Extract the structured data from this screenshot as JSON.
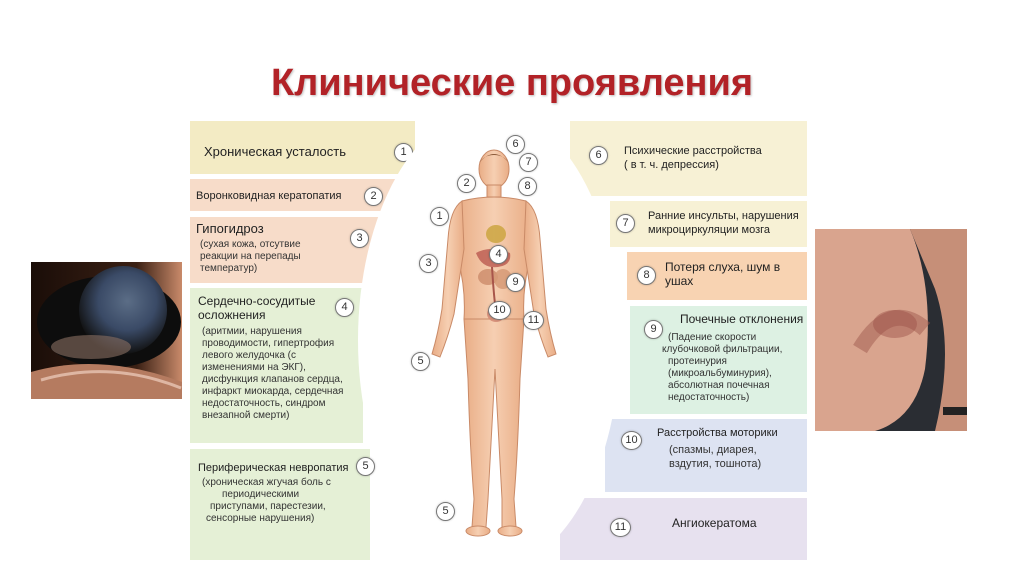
{
  "title": "Клинические проявления",
  "colors": {
    "title": "#b22227",
    "left_yellow": "#f3ebc4",
    "left_peach": "#f7dcc9",
    "left_green": "#e5f0d6",
    "right_yellow": "#f7f1d5",
    "right_orange": "#f8d3b2",
    "right_green": "#ddf1e3",
    "right_blue": "#dde3f2",
    "right_lilac": "#e7e1ef",
    "skin": "#f2c3a0"
  },
  "left": {
    "fatigue": {
      "label": "Хроническая усталость",
      "num": "1"
    },
    "keratopathy": {
      "label": "Воронковидная кератопатия",
      "num": "2"
    },
    "hypohidrosis": {
      "label": "Гипогидроз",
      "num": "3",
      "lines": [
        "(сухая кожа, отсутвие",
        "реакции на перепады",
        "температур)"
      ]
    },
    "cardio": {
      "label_lines": [
        "Сердечно-сосудитые",
        "осложнения"
      ],
      "num": "4",
      "lines": [
        "(аритмии, нарушения",
        "проводимости, гипертрофия",
        "левого желудочка (с",
        "изменениями на ЭКГ),",
        "дисфункция клапанов сердца,",
        "инфаркт миокарда, сердечная",
        "недостаточность, синдром",
        "внезапной смерти)"
      ]
    },
    "neuropathy": {
      "label": "Периферическая невропатия",
      "num": "5",
      "lines": [
        "(хроническая жгучая боль с",
        "периодическими",
        "приступами, парестезии,",
        "сенсорные нарушения)"
      ]
    }
  },
  "right": {
    "mental": {
      "num": "6",
      "lines": [
        "Психические расстройства",
        "( в т. ч. депрессия)"
      ]
    },
    "stroke": {
      "num": "7",
      "lines": [
        "Ранние инсульты, нарушения",
        "микроциркуляции мозга"
      ]
    },
    "hearing": {
      "num": "8",
      "lines": [
        "Потеря слуха, шум в",
        "ушах"
      ]
    },
    "kidney": {
      "num": "9",
      "label": "Почечные отклонения",
      "lines": [
        "(Падение скорости",
        "клубочковой фильтрации,",
        "протеинурия",
        "(микроальбуминурия),",
        "абсолютная почечная",
        "недостаточность)"
      ]
    },
    "motility": {
      "num": "10",
      "label": "Расстройства моторики",
      "lines": [
        "(спазмы, диарея,",
        "вздутия, тошнота)"
      ]
    },
    "angiokeratoma": {
      "num": "11",
      "label": "Ангиокератома"
    }
  },
  "body_markers": [
    "6",
    "7",
    "8",
    "2",
    "1",
    "3",
    "4",
    "9",
    "10",
    "11",
    "5",
    "5"
  ]
}
